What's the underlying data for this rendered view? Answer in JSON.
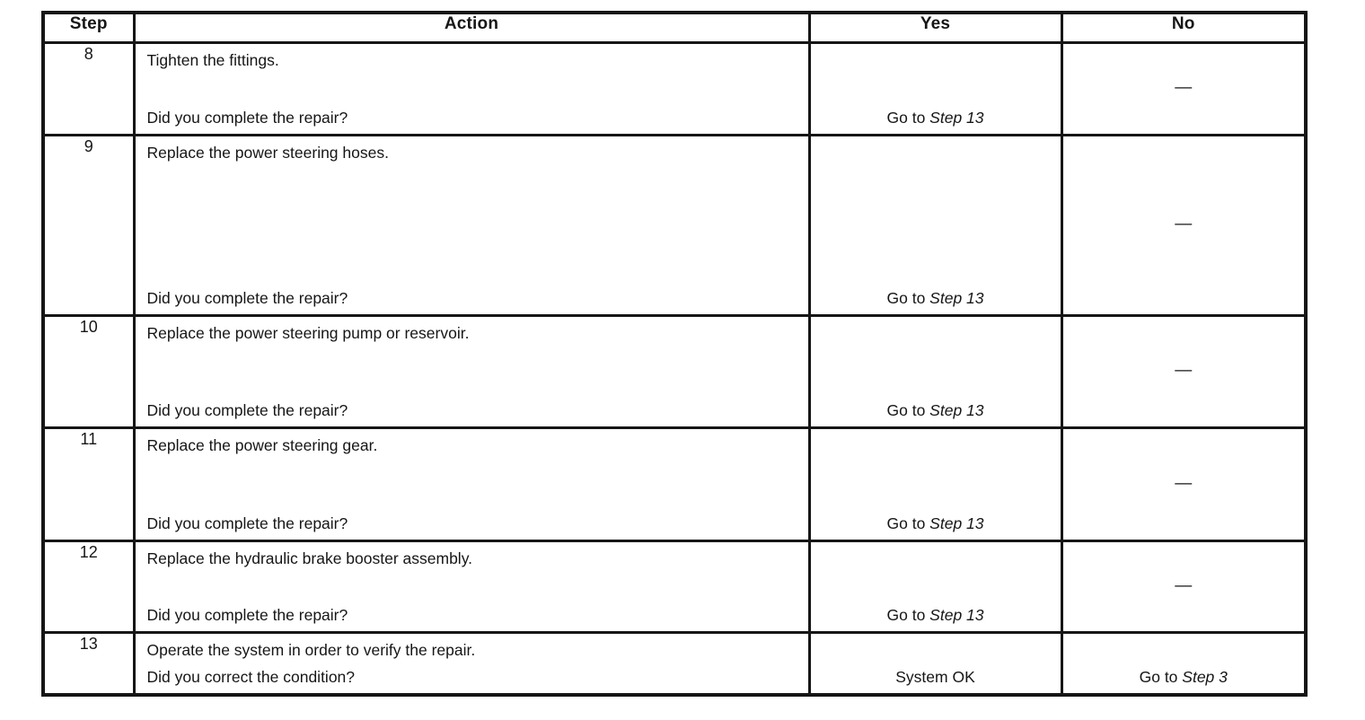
{
  "table": {
    "headers": [
      "Step",
      "Action",
      "Yes",
      "No"
    ],
    "rows": [
      {
        "step": "8",
        "action": "Tighten the fittings.",
        "question": "Did you complete the repair?",
        "yes_prefix": "Go to ",
        "yes_italic": "Step 13",
        "no_dash": "—"
      },
      {
        "step": "9",
        "action": "Replace the power steering hoses.",
        "question": "Did you complete the repair?",
        "yes_prefix": "Go to ",
        "yes_italic": "Step 13",
        "no_dash": "—"
      },
      {
        "step": "10",
        "action": "Replace the power steering pump or reservoir.",
        "question": "Did you complete the repair?",
        "yes_prefix": "Go to ",
        "yes_italic": "Step 13",
        "no_dash": "—"
      },
      {
        "step": "11",
        "action": "Replace the power steering gear.",
        "question": "Did you complete the repair?",
        "yes_prefix": "Go to ",
        "yes_italic": "Step 13",
        "no_dash": "—"
      },
      {
        "step": "12",
        "action": "Replace the hydraulic brake booster assembly.",
        "question": "Did you complete the repair?",
        "yes_prefix": "Go to ",
        "yes_italic": "Step 13",
        "no_dash": "—"
      },
      {
        "step": "13",
        "action": "Operate the system in order to verify the repair.",
        "question": "Did you correct the condition?",
        "yes_prefix": "System OK",
        "yes_italic": "",
        "no_prefix": "Go to ",
        "no_italic": "Step 3"
      }
    ]
  }
}
